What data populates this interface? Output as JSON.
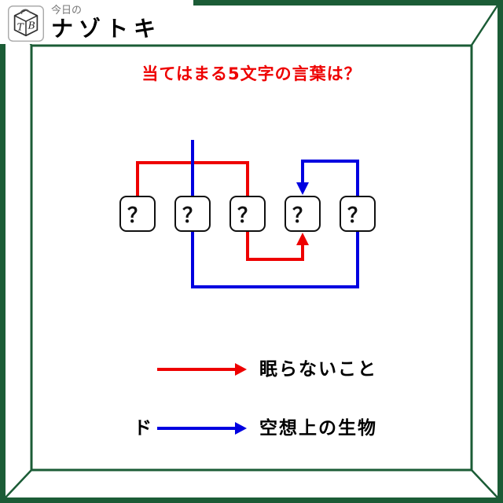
{
  "logo": {
    "subtitle": "今日の",
    "title": "ナゾトキ",
    "cube_left_letter": "T",
    "cube_right_letter": "B"
  },
  "question": {
    "title": "当てはまる5文字の言葉は？"
  },
  "puzzle": {
    "boxes": [
      "？",
      "？",
      "？",
      "？",
      "？"
    ]
  },
  "legend": {
    "red": {
      "label": "眠らないこと"
    },
    "blue": {
      "prefix": "ド",
      "label": "空想上の生物"
    }
  },
  "colors": {
    "frame_green": "#1b5c36",
    "line_red": "#ee0000",
    "line_blue": "#0000e0",
    "title_red": "#ee0000"
  }
}
